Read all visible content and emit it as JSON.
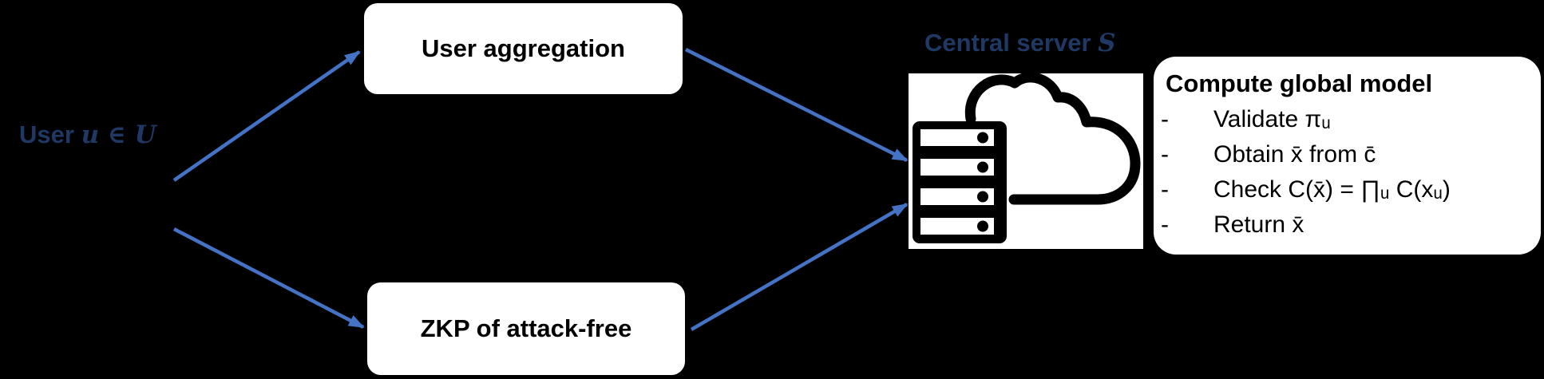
{
  "colors": {
    "background": "#000000",
    "arrow": "#4472C4",
    "label_text": "#1F3864",
    "box_background": "#FFFFFF",
    "box_text": "#000000",
    "icon": "#000000"
  },
  "user_node": {
    "label_text": "User",
    "label_math": "u ∈ U"
  },
  "process_boxes": {
    "aggregation": {
      "label": "User aggregation"
    },
    "zkp": {
      "label": "ZKP of attack-free"
    }
  },
  "server_node": {
    "label_text": "Central server",
    "label_math": "S",
    "icon": "cloud-server-icon"
  },
  "panel": {
    "title": "Compute global model",
    "bullet": "-",
    "items": [
      "Validate πᵤ",
      "Obtain x̄ from c̄",
      "Check C(x̄) = ∏ᵤ C(xᵤ)",
      "Return x̄"
    ]
  },
  "arrows": [
    {
      "from": "user",
      "to": "user-aggregation"
    },
    {
      "from": "user-aggregation",
      "to": "central-server"
    },
    {
      "from": "user",
      "to": "zkp-of-attack-free"
    },
    {
      "from": "zkp-of-attack-free",
      "to": "central-server"
    }
  ]
}
